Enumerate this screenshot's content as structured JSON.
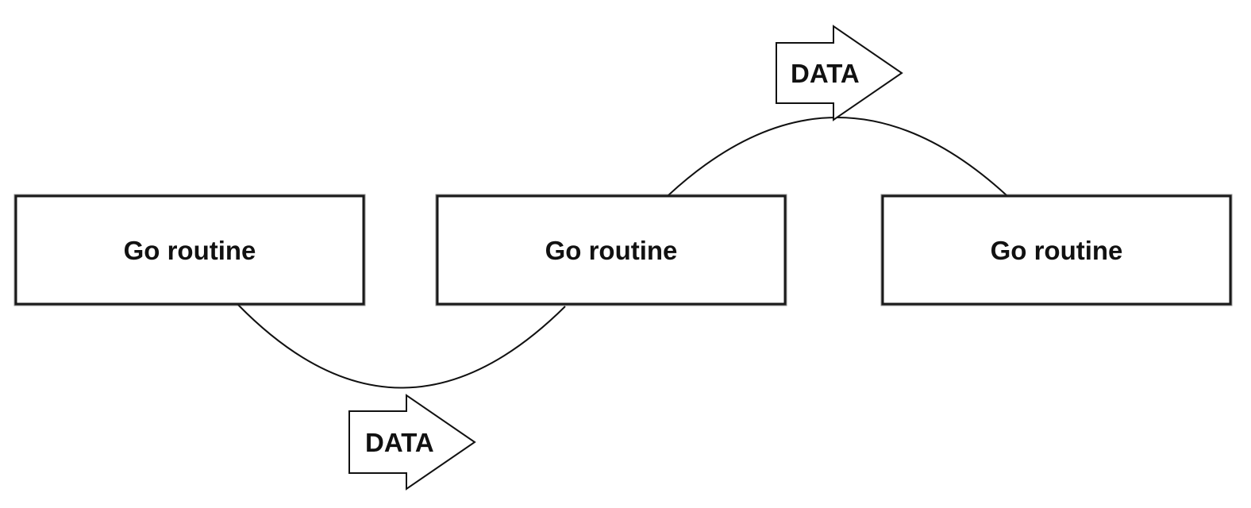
{
  "boxes": [
    {
      "label": "Go routine"
    },
    {
      "label": "Go routine"
    },
    {
      "label": "Go routine"
    }
  ],
  "arrows": [
    {
      "label": "DATA"
    },
    {
      "label": "DATA"
    }
  ]
}
